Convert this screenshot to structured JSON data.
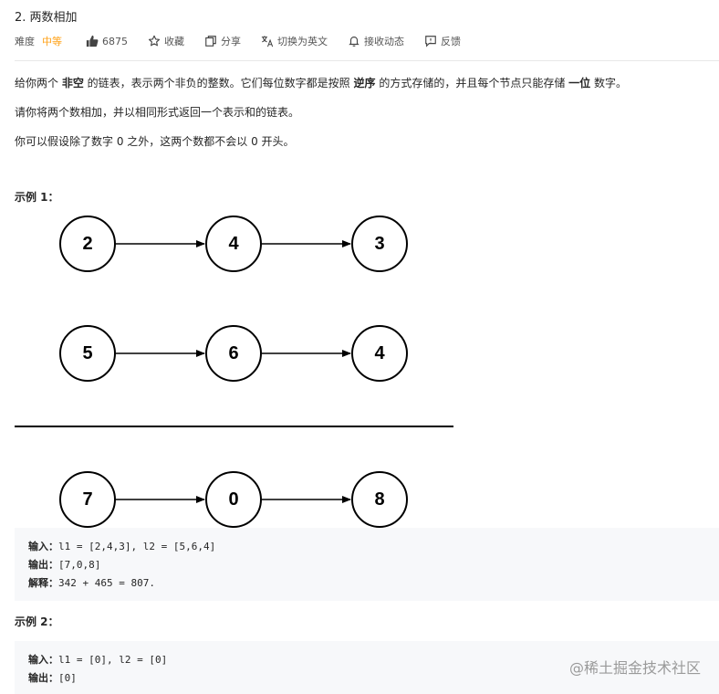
{
  "problem": {
    "title": "2. 两数相加",
    "difficulty_label": "难度",
    "difficulty_value": "中等",
    "likes": "6875",
    "favorite_label": "收藏",
    "share_label": "分享",
    "translate_label": "切换为英文",
    "notify_label": "接收动态",
    "feedback_label": "反馈"
  },
  "description": {
    "p1": [
      "给你两个 ",
      "非空",
      " 的链表，表示两个非负的整数。它们每位数字都是按照 ",
      "逆序",
      " 的方式存储的，并且每个节点只能存储 ",
      "一位",
      " 数字。"
    ],
    "p2": "请你将两个数相加，并以相同形式返回一个表示和的链表。",
    "p3": "你可以假设除了数字 0 之外，这两个数都不会以 0 开头。"
  },
  "example1": {
    "title": "示例 1：",
    "lists": [
      [
        "2",
        "4",
        "3"
      ],
      [
        "5",
        "6",
        "4"
      ],
      [
        "7",
        "0",
        "8"
      ]
    ],
    "input_label": "输入：",
    "input_value": "l1 = [2,4,3], l2 = [5,6,4]",
    "output_label": "输出：",
    "output_value": "[7,0,8]",
    "explain_label": "解释：",
    "explain_value": "342 + 465 = 807."
  },
  "example2": {
    "title": "示例 2：",
    "input_label": "输入：",
    "input_value": "l1 = [0], l2 = [0]",
    "output_label": "输出：",
    "output_value": "[0]"
  },
  "watermark": "@稀土掘金技术社区",
  "colors": {
    "accent": "#ffa116",
    "code_bg": "#f7f8fa",
    "divider": "#e8e8e8"
  },
  "icons": [
    "thumbs-up-icon",
    "star-icon",
    "share-icon",
    "translate-icon",
    "bell-icon",
    "feedback-icon"
  ]
}
